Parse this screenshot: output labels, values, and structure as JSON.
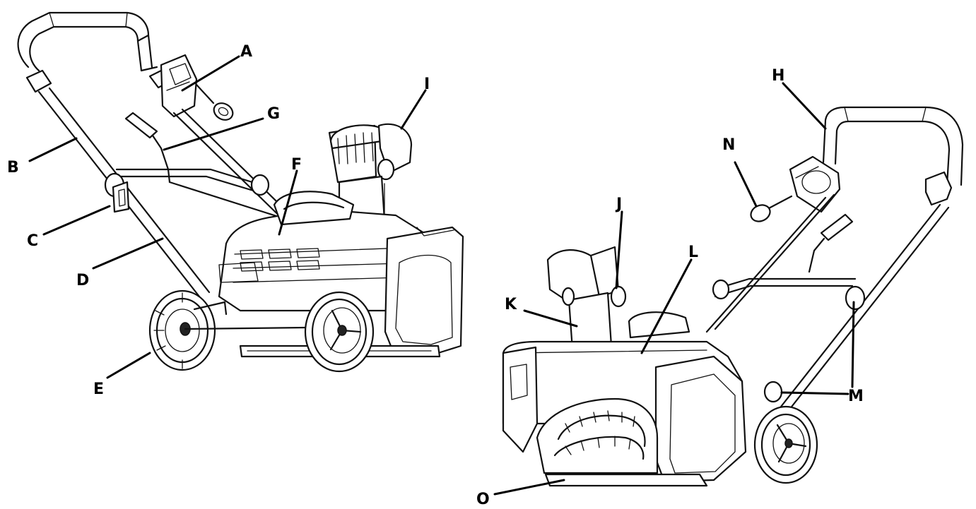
{
  "diagram": {
    "labels": [
      {
        "id": "A",
        "text": "A"
      },
      {
        "id": "B",
        "text": "B"
      },
      {
        "id": "C",
        "text": "C"
      },
      {
        "id": "D",
        "text": "D"
      },
      {
        "id": "E",
        "text": "E"
      },
      {
        "id": "F",
        "text": "F"
      },
      {
        "id": "G",
        "text": "G"
      },
      {
        "id": "H",
        "text": "H"
      },
      {
        "id": "I",
        "text": "I"
      },
      {
        "id": "J",
        "text": "J"
      },
      {
        "id": "K",
        "text": "K"
      },
      {
        "id": "L",
        "text": "L"
      },
      {
        "id": "M",
        "text": "M"
      },
      {
        "id": "N",
        "text": "N"
      },
      {
        "id": "O",
        "text": "O"
      }
    ]
  }
}
